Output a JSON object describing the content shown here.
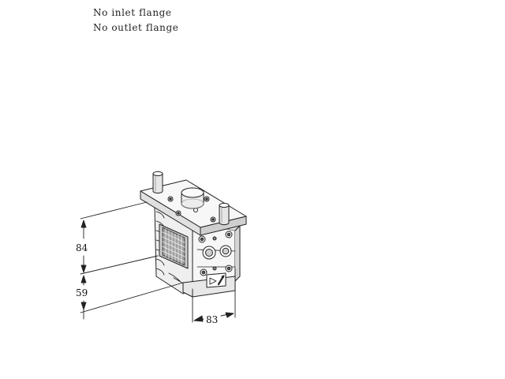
{
  "notes": {
    "line1": "No inlet flange",
    "line2": "No outlet flange"
  },
  "dimensions": {
    "height_upper": "84",
    "height_lower": "59",
    "width": "83"
  },
  "colors": {
    "line": "#222222",
    "fill_light": "#f4f4f4",
    "fill_mid": "#dcdcdc",
    "fill_dark": "#a8a8a8"
  }
}
